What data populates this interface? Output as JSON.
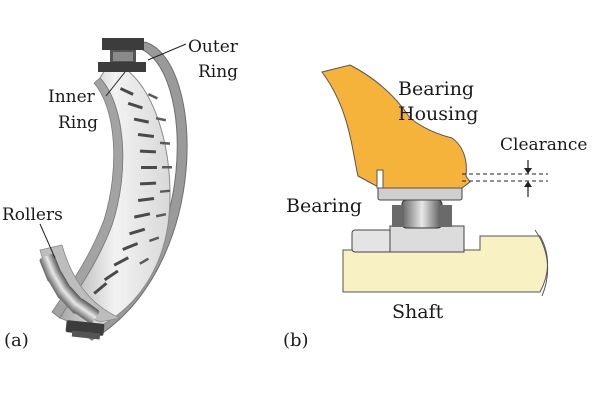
{
  "panel_a": {
    "tag": "(a)",
    "labels": {
      "outer_ring": [
        "Outer",
        "Ring"
      ],
      "inner_ring": [
        "Inner",
        "Ring"
      ],
      "rollers": "Rollers"
    }
  },
  "panel_b": {
    "tag": "(b)",
    "labels": {
      "bearing_housing": [
        "Bearing",
        "Housing"
      ],
      "clearance": "Clearance",
      "bearing": "Bearing",
      "shaft": "Shaft"
    }
  },
  "colors": {
    "housing": "#f6b33b",
    "shaft": "#f8f1c4",
    "ring_metal": "#cfcfcf",
    "dark_metal": "#3c3c3c"
  }
}
